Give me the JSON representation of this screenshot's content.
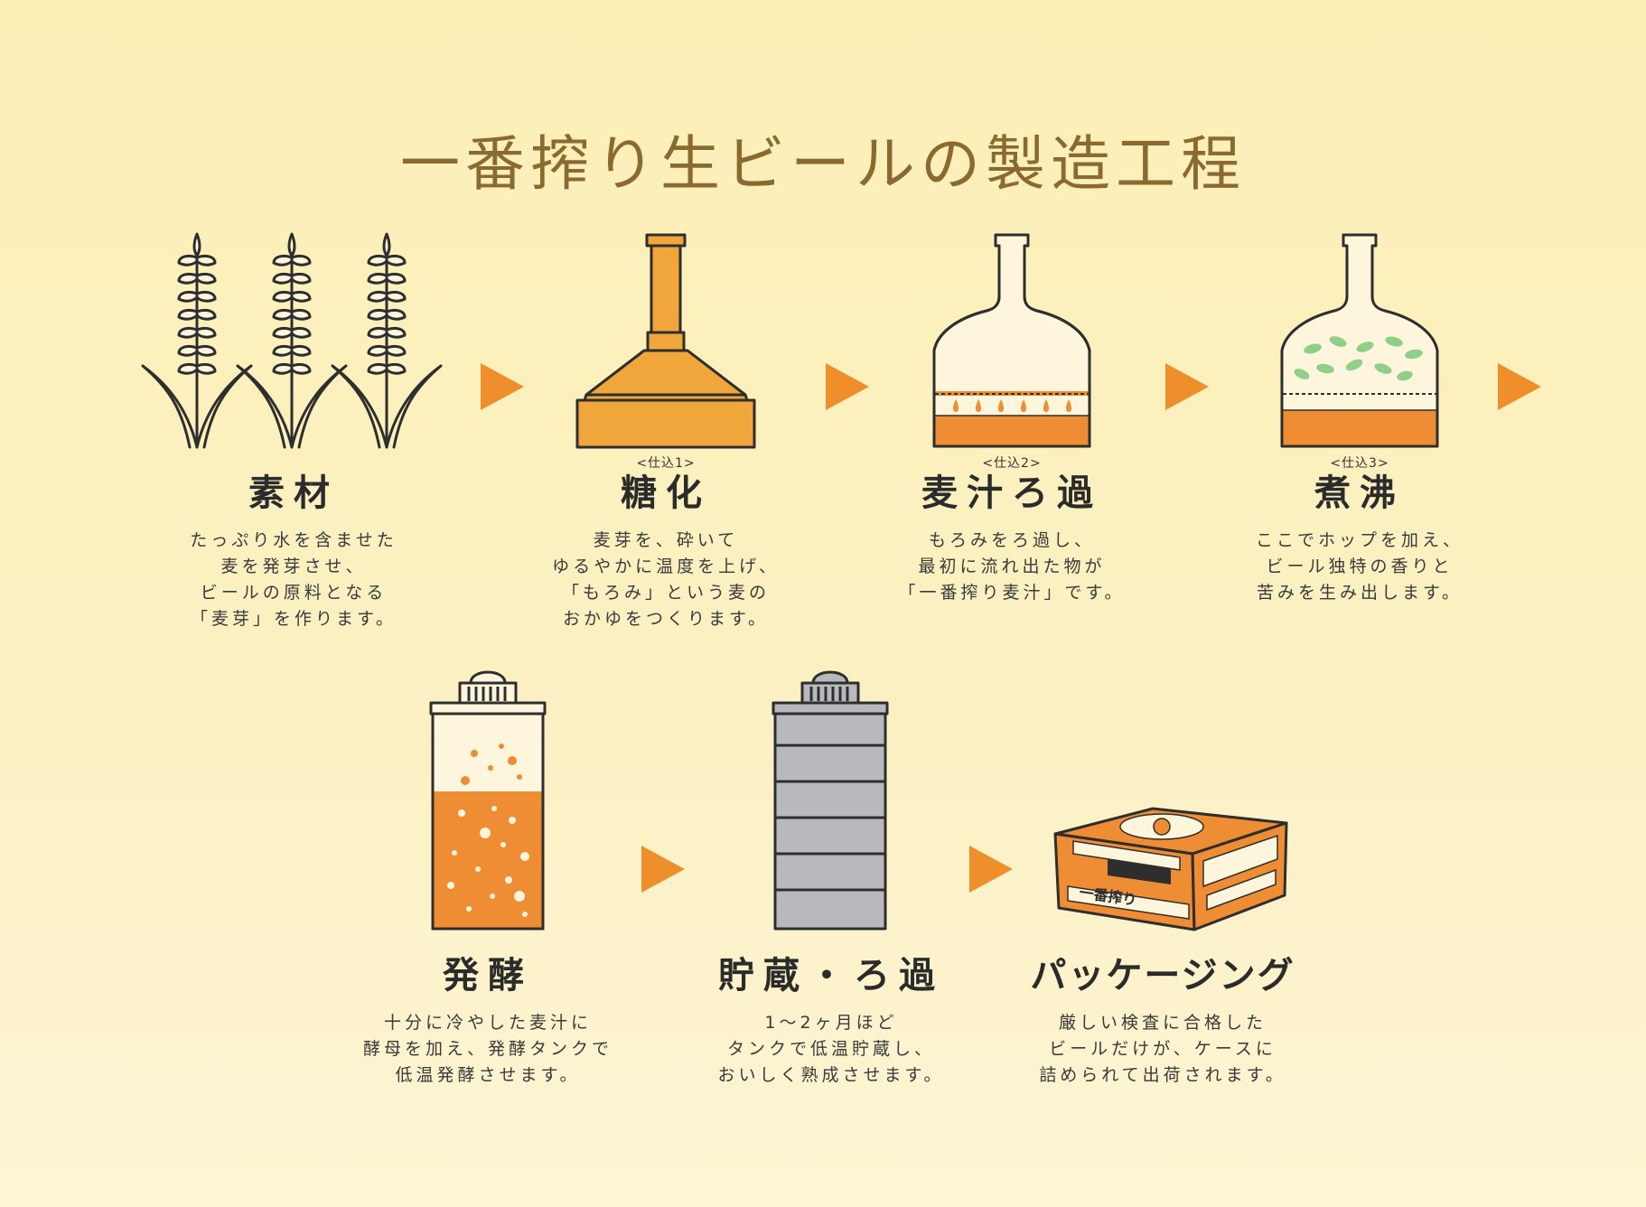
{
  "title": "一番搾り生ビールの製造工程",
  "colors": {
    "accent": "#ef8f2c",
    "copper": "#f0a63b",
    "copper_stroke": "#2e2e2e",
    "liquid": "#ee8d33",
    "foam": "#fdf6dd",
    "steel": "#b8b9be",
    "hop": "#8fcf8a",
    "text": "#2b2b2b",
    "title": "#8a6a2e"
  },
  "steps": [
    {
      "id": "ingredients",
      "sub": "",
      "title": "素材",
      "icon": "wheat-icon",
      "desc": [
        "たっぷり水を含ませた",
        "麦を発芽させ、",
        "ビールの原料となる",
        "「麦芽」を作ります。"
      ]
    },
    {
      "id": "saccharification",
      "sub": "<仕込1>",
      "title": "糖化",
      "icon": "mash-kettle-icon",
      "desc": [
        "麦芽を、砕いて",
        "ゆるやかに温度を上げ、",
        "「もろみ」という麦の",
        "おかゆをつくります。"
      ]
    },
    {
      "id": "wort-filtration",
      "sub": "<仕込2>",
      "title": "麦汁ろ過",
      "icon": "lauter-tun-icon",
      "desc": [
        "もろみをろ過し、",
        "最初に流れ出た物が",
        "「一番搾り麦汁」です。"
      ]
    },
    {
      "id": "boiling",
      "sub": "<仕込3>",
      "title": "煮沸",
      "icon": "boil-kettle-icon",
      "desc": [
        "ここでホップを加え、",
        "ビール独特の香りと",
        "苦みを生み出します。"
      ]
    },
    {
      "id": "fermentation",
      "sub": "",
      "title": "発酵",
      "icon": "fermentation-tank-icon",
      "desc": [
        "十分に冷やした麦汁に",
        "酵母を加え、発酵タンクで",
        "低温発酵させます。"
      ]
    },
    {
      "id": "storage",
      "sub": "",
      "title": "貯蔵・ろ過",
      "icon": "storage-tank-icon",
      "desc": [
        "1～2ヶ月ほど",
        "タンクで低温貯蔵し、",
        "おいしく熟成させます。"
      ]
    },
    {
      "id": "packaging",
      "sub": "",
      "title": "パッケージング",
      "icon": "beer-case-icon",
      "desc": [
        "厳しい検査に合格した",
        "ビールだけが、ケースに",
        "詰められて出荷されます。"
      ]
    }
  ],
  "case_label": "一番搾り"
}
